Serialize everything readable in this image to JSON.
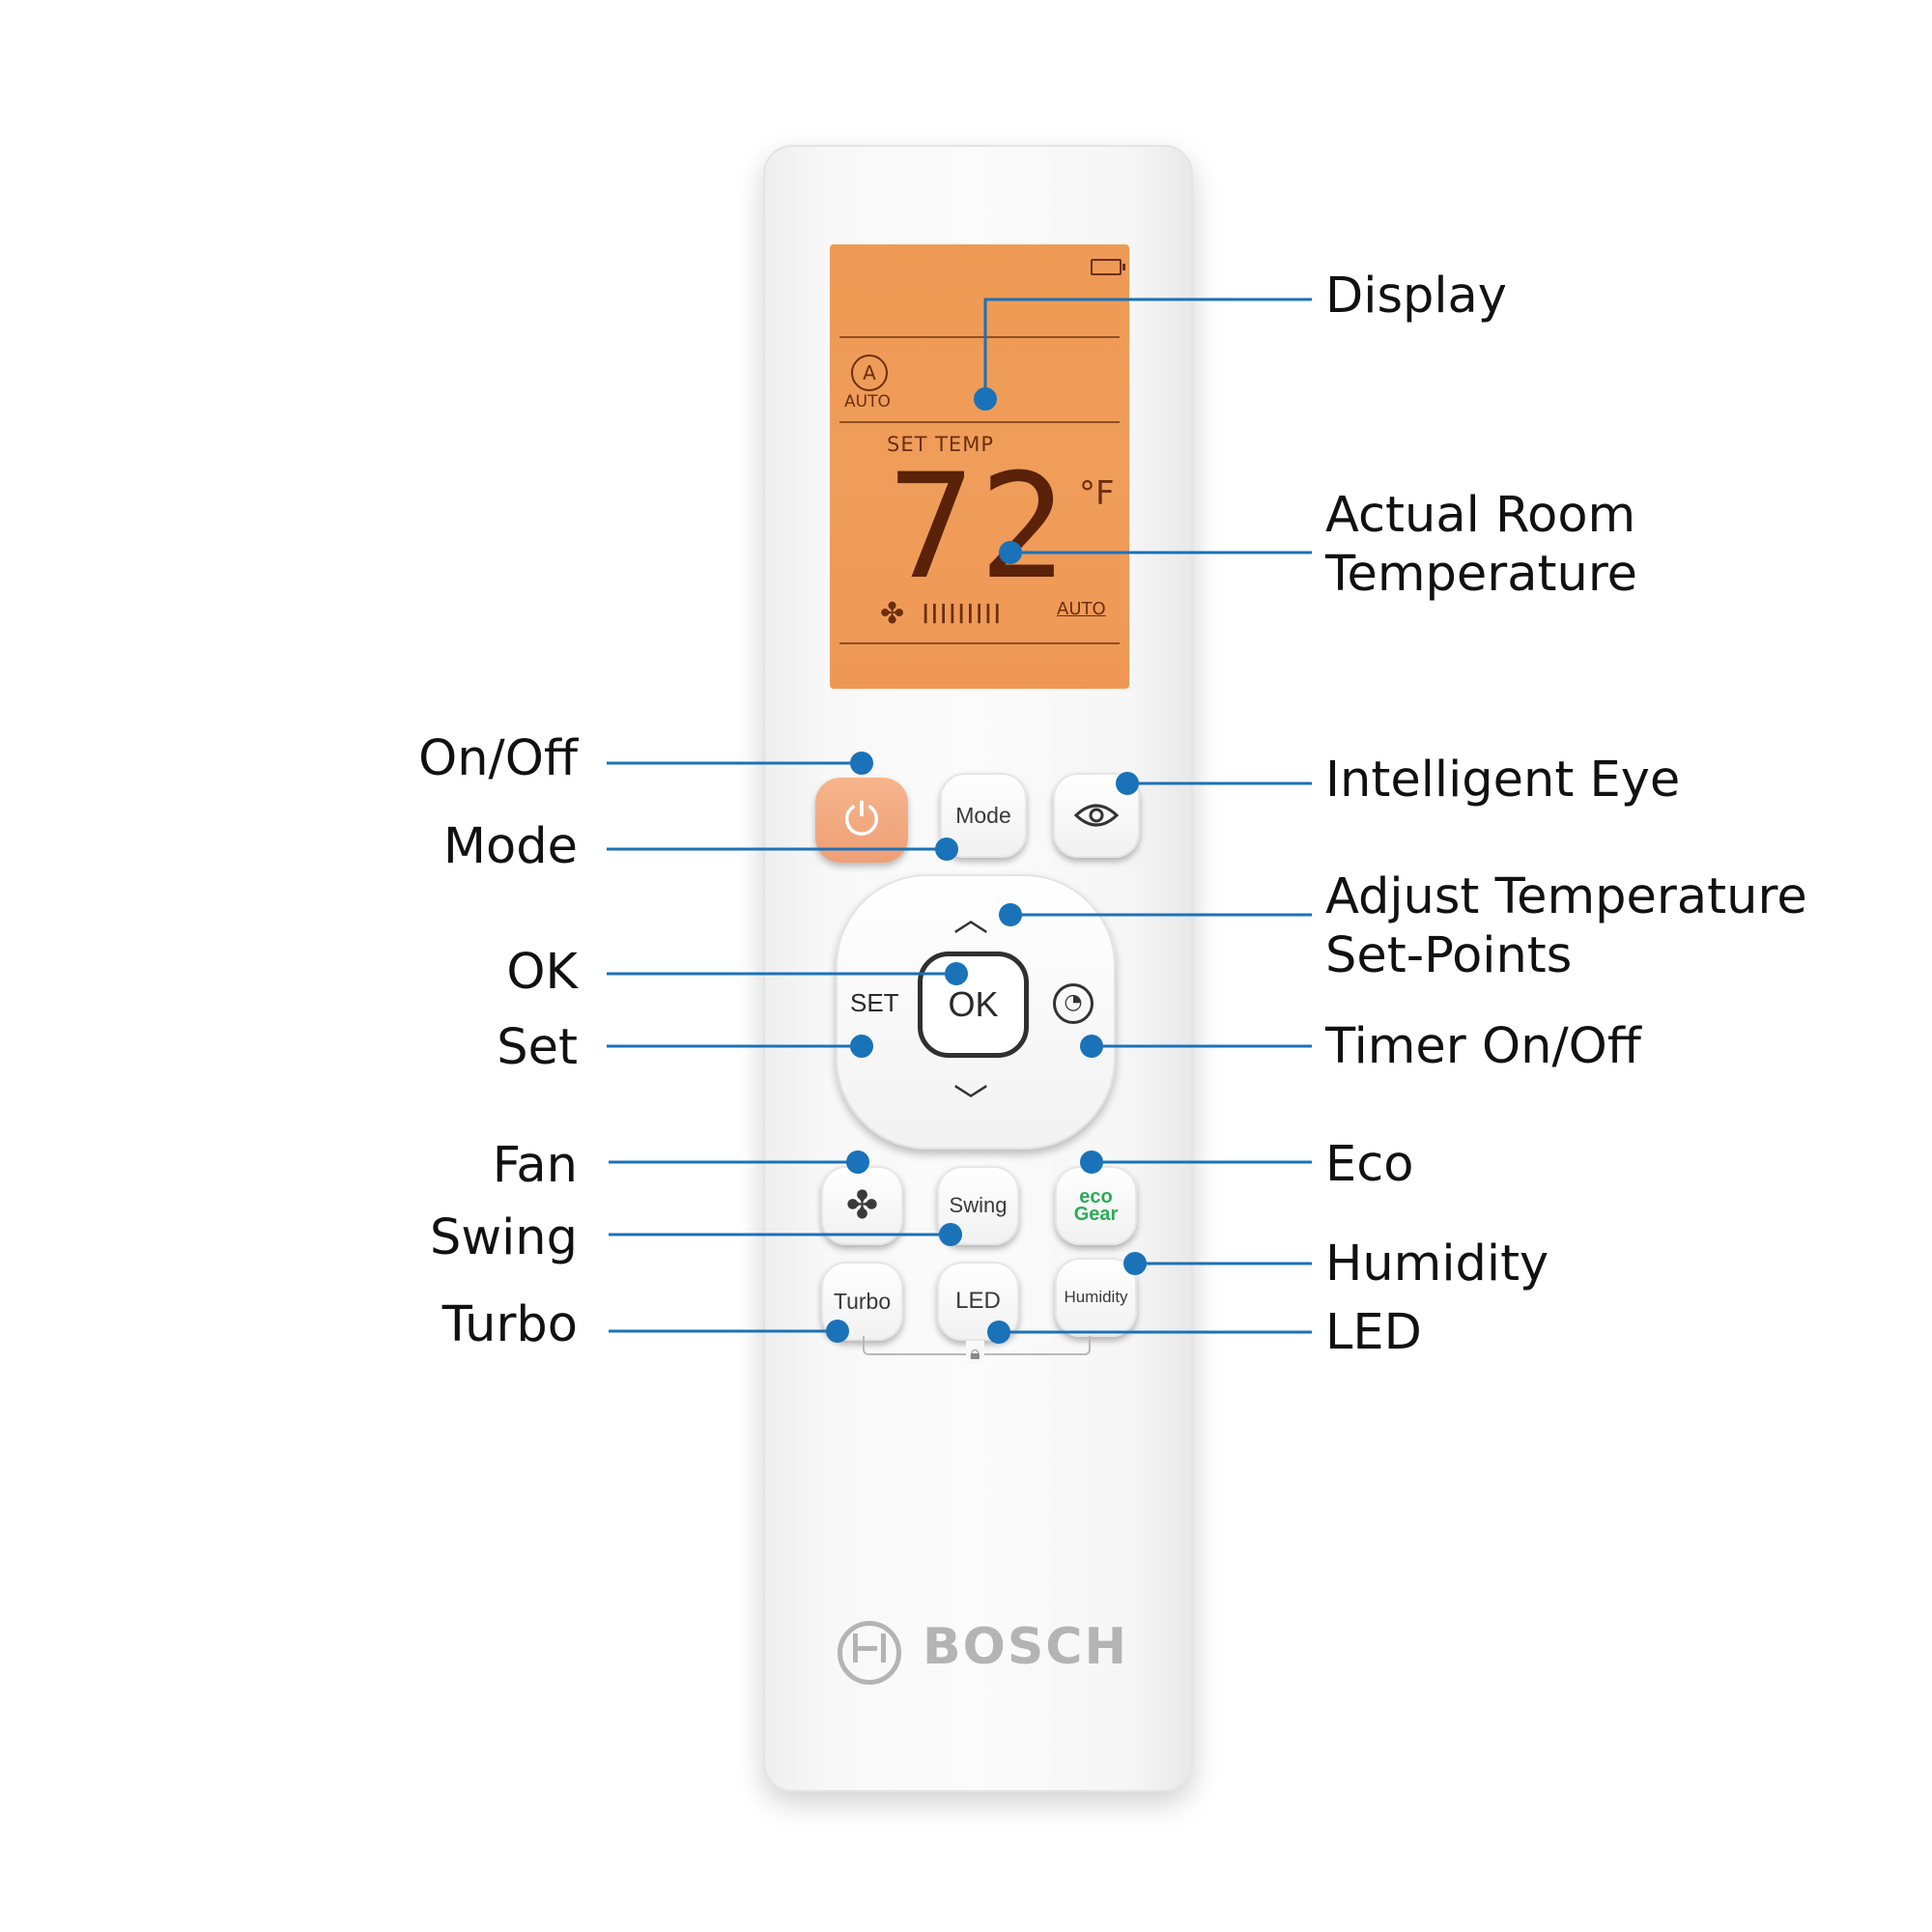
{
  "remote": {
    "display": {
      "mode_label": "AUTO",
      "mode_icon_letter": "A",
      "set_temp_label": "SET TEMP",
      "temperature": "72",
      "unit": "°F",
      "fan_icon": "fan-icon",
      "fan_bars": "IIIIIIIII",
      "fan_mode": "AUTO",
      "battery_icon": "battery-icon"
    },
    "buttons": {
      "power_icon": "power-icon",
      "mode": "Mode",
      "eye_icon": "eye-icon",
      "set": "SET",
      "ok": "OK",
      "up_icon": "chevron-up-icon",
      "down_icon": "chevron-down-icon",
      "timer_icon": "clock-icon",
      "fan_icon": "fan-icon",
      "swing": "Swing",
      "eco_line1": "eco",
      "eco_line2": "Gear",
      "turbo": "Turbo",
      "led": "LED",
      "humidity": "Humidity",
      "lock_icon": "lock-icon"
    },
    "brand": "BOSCH",
    "colors": {
      "lcd": "#f09d5a",
      "power_button": "#f2aa80",
      "eco": "#2eaa5a",
      "leader": "#1a72b8"
    }
  },
  "callouts": {
    "display": "Display",
    "actual_room_temperature_line1": "Actual Room",
    "actual_room_temperature_line2": "Temperature",
    "on_off": "On/Off",
    "mode": "Mode",
    "intelligent_eye": "Intelligent Eye",
    "adjust_temperature_line1": "Adjust Temperature",
    "adjust_temperature_line2": "Set-Points",
    "ok": "OK",
    "set": "Set",
    "timer_on_off": "Timer On/Off",
    "fan": "Fan",
    "eco": "Eco",
    "swing": "Swing",
    "humidity": "Humidity",
    "turbo": "Turbo",
    "led": "LED"
  }
}
